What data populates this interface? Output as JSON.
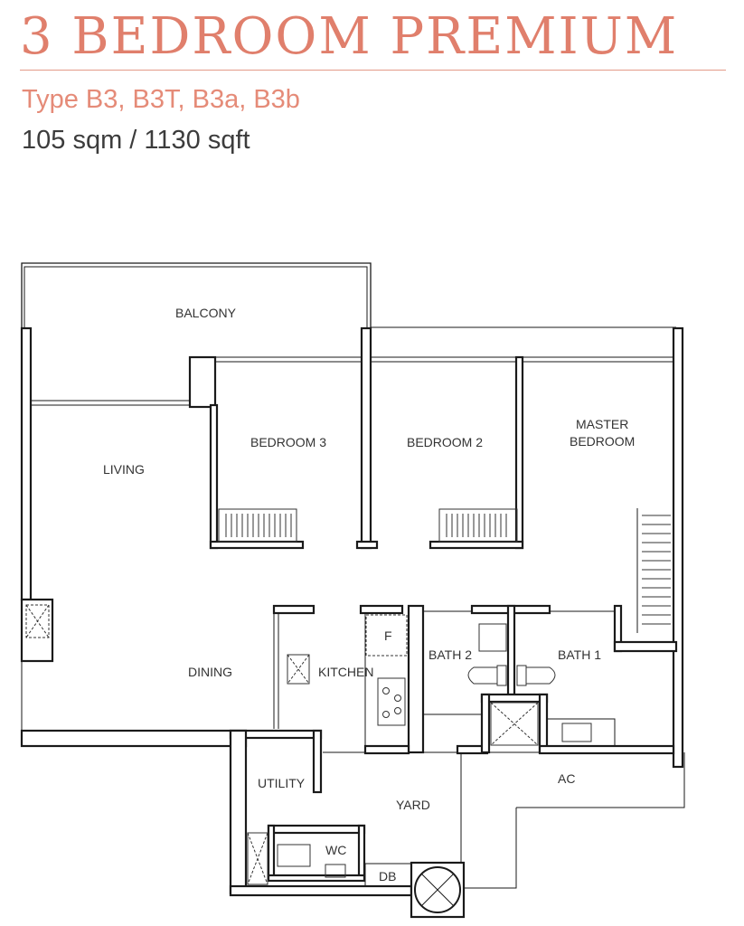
{
  "header": {
    "title": "3 BEDROOM PREMIUM",
    "types": "Type B3, B3T, B3a, B3b",
    "area": "105 sqm / 1130 sqft"
  },
  "rooms": {
    "balcony": "BALCONY",
    "living": "LIVING",
    "bedroom3": "BEDROOM  3",
    "bedroom2": "BEDROOM  2",
    "master_line1": "MASTER",
    "master_line2": "BEDROOM",
    "dining": "DINING",
    "kitchen": "KITCHEN",
    "fridge": "F",
    "bath2": "BATH  2",
    "bath1": "BATH  1",
    "utility": "UTILITY",
    "yard": "YARD",
    "ac": "AC",
    "wc": "WC",
    "db": "DB"
  },
  "colors": {
    "title": "#e07f6c",
    "subtitle": "#e58b78",
    "wall": "#1a1a1a"
  }
}
